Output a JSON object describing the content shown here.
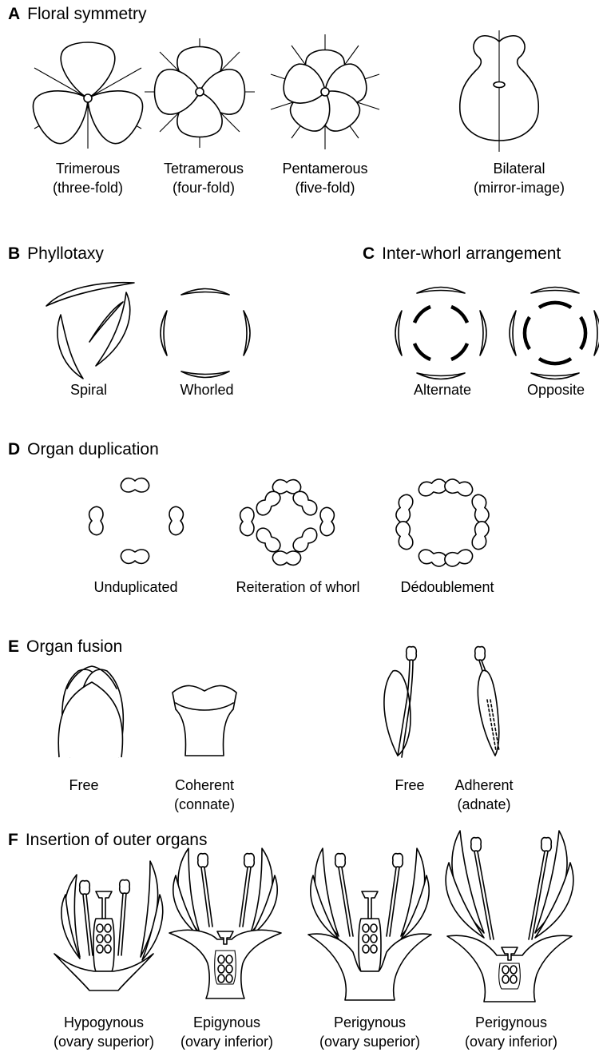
{
  "panels": {
    "a": {
      "letter": "A",
      "title": "Floral symmetry",
      "items": [
        {
          "name": "Trimerous",
          "sub": "(three-fold)"
        },
        {
          "name": "Tetramerous",
          "sub": "(four-fold)"
        },
        {
          "name": "Pentamerous",
          "sub": "(five-fold)"
        },
        {
          "name": "Bilateral",
          "sub": "(mirror-image)"
        }
      ]
    },
    "b": {
      "letter": "B",
      "title": "Phyllotaxy",
      "items": [
        {
          "name": "Spiral"
        },
        {
          "name": "Whorled"
        }
      ]
    },
    "c": {
      "letter": "C",
      "title": "Inter-whorl arrangement",
      "items": [
        {
          "name": "Alternate"
        },
        {
          "name": "Opposite"
        }
      ]
    },
    "d": {
      "letter": "D",
      "title": "Organ duplication",
      "items": [
        {
          "name": "Unduplicated"
        },
        {
          "name": "Reiteration of whorl"
        },
        {
          "name": "Dédoublement"
        }
      ]
    },
    "e": {
      "letter": "E",
      "title": "Organ fusion",
      "items": [
        {
          "name": "Free"
        },
        {
          "name": "Coherent",
          "sub": "(connate)"
        },
        {
          "name": "Free"
        },
        {
          "name": "Adherent",
          "sub": "(adnate)"
        }
      ]
    },
    "f": {
      "letter": "F",
      "title": "Insertion of outer organs",
      "items": [
        {
          "name": "Hypogynous",
          "sub": "(ovary superior)"
        },
        {
          "name": "Epigynous",
          "sub": "(ovary inferior)"
        },
        {
          "name": "Perigynous",
          "sub": "(ovary superior)"
        },
        {
          "name": "Perigynous",
          "sub": "(ovary inferior)"
        }
      ]
    }
  }
}
